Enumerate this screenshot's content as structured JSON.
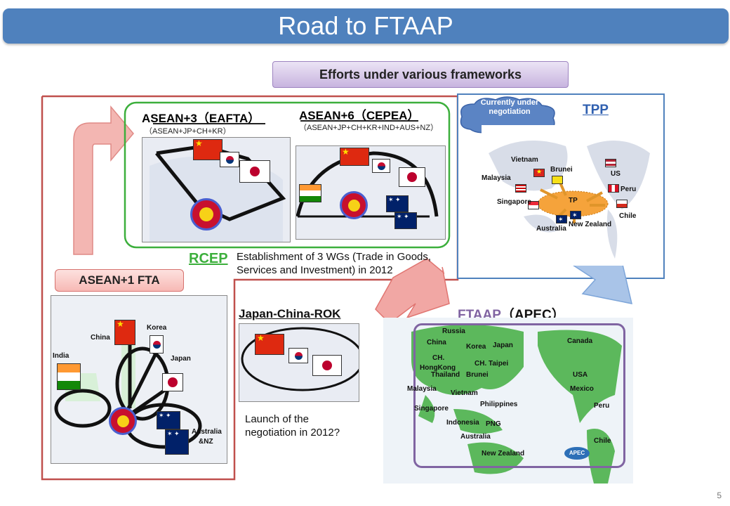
{
  "title": "Road to FTAAP",
  "efforts_label": "Efforts under various frameworks",
  "eafta": {
    "title": "ASEAN+3（EAFTA）",
    "members": "（ASEAN+JP+CH+KR）"
  },
  "cepea": {
    "title": "ASEAN+6（CEPEA）",
    "members": "（ASEAN+JP+CH+KR+IND+AUS+NZ）"
  },
  "rcep": {
    "label": "RCEP",
    "note": "Establishment of 3 WGs (Trade in Goods, Services and Investment) in 2012"
  },
  "asean_fta": {
    "label": "ASEAN+1 FTA",
    "countries": {
      "china": "China",
      "korea": "Korea",
      "india": "India",
      "japan": "Japan",
      "australia": "Australia",
      "nz": "&NZ"
    }
  },
  "jcr": {
    "title": "Japan-China-ROK",
    "note": "Launch of the negotiation in 2012?"
  },
  "tpp": {
    "title": "TPP",
    "cloud": "Currently under negotiation",
    "tp_label": "TP",
    "countries": {
      "vietnam": "Vietnam",
      "brunei": "Brunei",
      "malaysia": "Malaysia",
      "us": "US",
      "peru": "Peru",
      "singapore": "Singapore",
      "chile": "Chile",
      "australia": "Australia",
      "nz": "New Zealand"
    }
  },
  "ftaap": {
    "title": "FTAAP",
    "apec": "（APEC）",
    "apec_logo": "APEC",
    "countries": {
      "russia": "Russia",
      "china": "China",
      "korea": "Korea",
      "japan": "Japan",
      "ch_hk_1": "CH.",
      "ch_hk_2": "HongKong",
      "thailand": "Thailand",
      "ch_taipei": "CH. Taipei",
      "brunei": "Brunei",
      "malaysia": "Malaysia",
      "vietnam": "Vietnam",
      "singapore": "Singapore",
      "philippines": "Philippines",
      "indonesia": "Indonesia",
      "png": "PNG",
      "australia": "Australia",
      "new_zealand": "New Zealand",
      "canada": "Canada",
      "usa": "USA",
      "mexico": "Mexico",
      "peru": "Peru",
      "chile": "Chile"
    }
  },
  "page_number": "5",
  "colors": {
    "title_bar": "#4f81bd",
    "rcep_green": "#3caf3c",
    "asean_red": "#d0353a",
    "tpp_blue": "#4f81bd",
    "ftaap_purple": "#8064a2",
    "map_green": "#5cb85c"
  }
}
